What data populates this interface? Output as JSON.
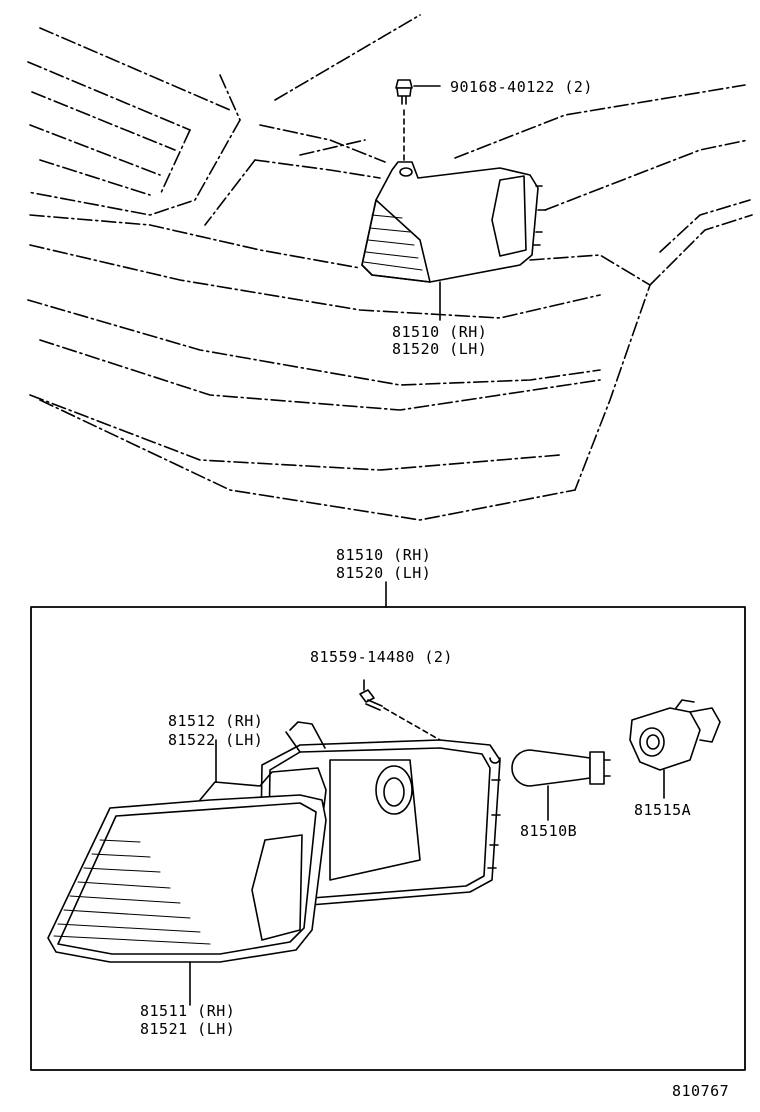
{
  "callouts": {
    "bolt_top": "90168-40122 (2)",
    "lamp_assy_top_rh": "81510 (RH)",
    "lamp_assy_top_lh": "81520 (LH)",
    "lamp_assy_rh": "81510 (RH)",
    "lamp_assy_lh": "81520 (LH)",
    "screw": "81559-14480 (2)",
    "gasket_rh": "81512 (RH)",
    "gasket_lh": "81522 (LH)",
    "lens_rh": "81511 (RH)",
    "lens_lh": "81521 (LH)",
    "bulb": "81510B",
    "socket": "81515A"
  },
  "diagram_number": "810767"
}
